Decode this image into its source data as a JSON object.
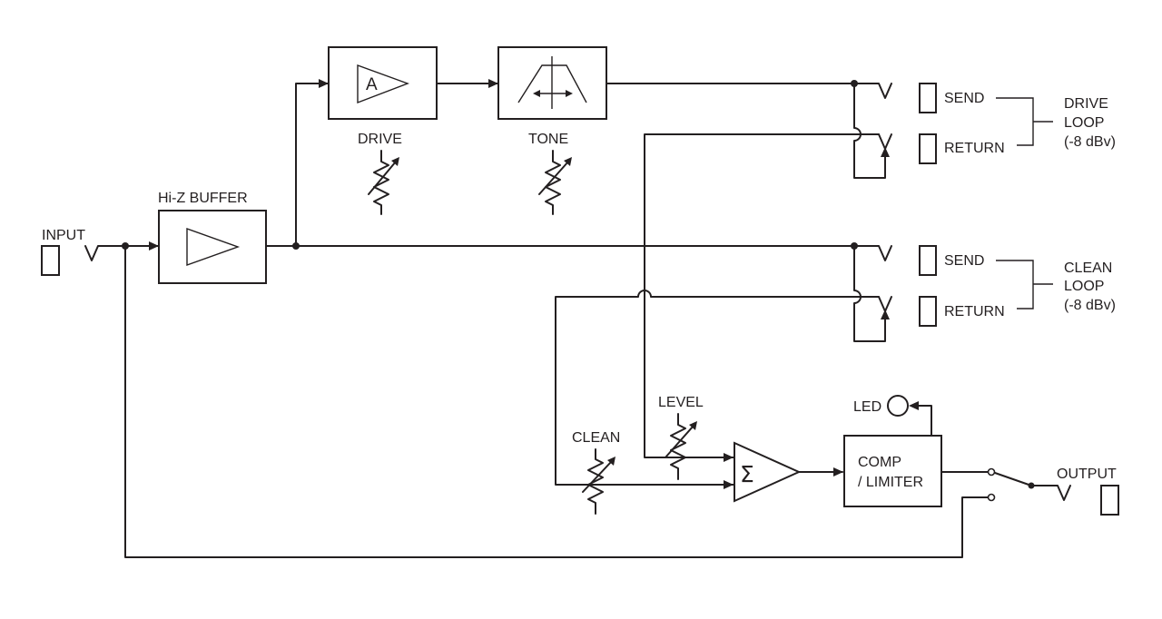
{
  "labels": {
    "input": "INPUT",
    "hiz_buffer": "Hi-Z BUFFER",
    "drive": "DRIVE",
    "tone": "TONE",
    "amp_symbol": "A",
    "drive_send": "SEND",
    "drive_return": "RETURN",
    "drive_loop_line1": "DRIVE",
    "drive_loop_line2": "LOOP",
    "drive_loop_line3": "(-8 dBv)",
    "clean_send": "SEND",
    "clean_return": "RETURN",
    "clean_loop_line1": "CLEAN",
    "clean_loop_line2": "LOOP",
    "clean_loop_line3": "(-8 dBv)",
    "level": "LEVEL",
    "clean": "CLEAN",
    "sum_symbol": "Σ",
    "led": "LED",
    "comp_line1": "COMP",
    "comp_line2": "/ LIMITER",
    "output": "OUTPUT"
  }
}
